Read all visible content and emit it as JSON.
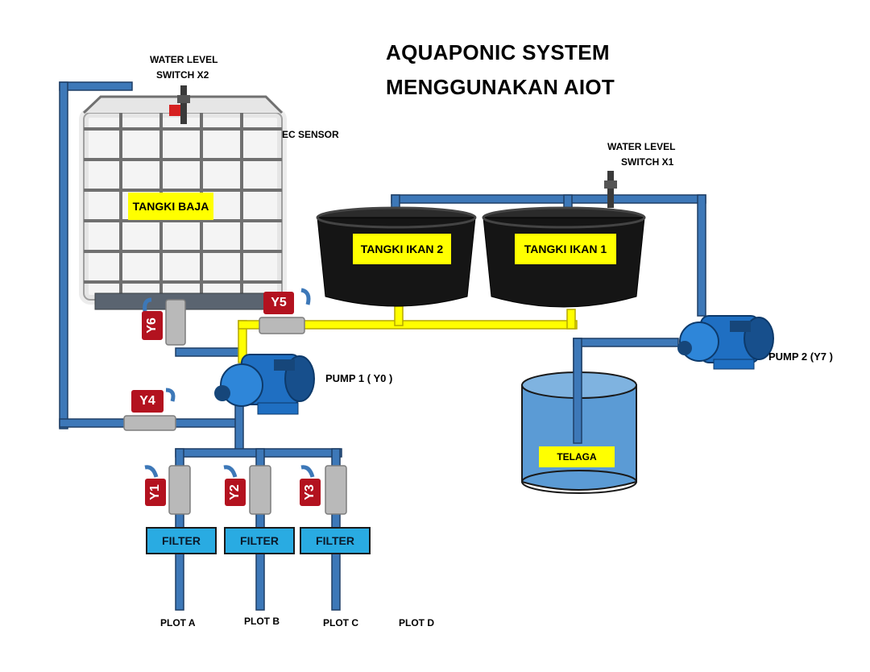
{
  "title": {
    "line1": "AQUAPONIC SYSTEM",
    "line2": "MENGGUNAKAN AIOT"
  },
  "sensors": {
    "water_level_x2": {
      "line1": "WATER LEVEL",
      "line2": "SWITCH X2"
    },
    "water_level_x1": {
      "line1": "WATER LEVEL",
      "line2": "SWITCH X1"
    },
    "ec_sensor": "EC SENSOR"
  },
  "tanks": {
    "tangki_baja": "TANGKI BAJA",
    "tangki_ikan_2": "TANGKI IKAN 2",
    "tangki_ikan_1": "TANGKI IKAN 1",
    "telaga": "TELAGA"
  },
  "pumps": {
    "pump1": "PUMP 1 ( Y0 )",
    "pump2": "PUMP 2 (Y7 )"
  },
  "valves": {
    "y1": "Y1",
    "y2": "Y2",
    "y3": "Y3",
    "y4": "Y4",
    "y5": "Y5",
    "y6": "Y6"
  },
  "filters": [
    "FILTER",
    "FILTER",
    "FILTER"
  ],
  "plots": [
    "PLOT A",
    "PLOT B",
    "PLOT C",
    "PLOT D"
  ],
  "colors": {
    "pipe": "#3d78b8",
    "pipe_dark": "#1f3f66",
    "yellow_pipe": "#ffff00",
    "label_bg": "#ffff00",
    "filter": "#29abe2",
    "valve": "#b3121f",
    "pond": "#5b9bd5",
    "pump": "#1f6fc2"
  }
}
